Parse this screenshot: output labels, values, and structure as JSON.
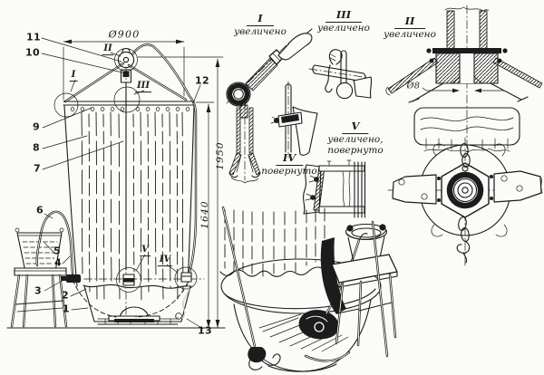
{
  "figure": {
    "kind": "technical-assembly-drawing"
  },
  "colors": {
    "ink": "#1c1c1c",
    "paper": "#fbfbf8"
  },
  "dimensions": {
    "top_diameter": "Ø900",
    "total_height": "1950",
    "curtain_height": "1640",
    "bore": "Ø8"
  },
  "callouts": [
    "1",
    "2",
    "3",
    "4",
    "5",
    "6",
    "7",
    "8",
    "9",
    "10",
    "11",
    "12",
    "13"
  ],
  "markers": {
    "i": "I",
    "ii": "II",
    "iii": "III",
    "iv": "IV",
    "v": "V"
  },
  "detail_labels": {
    "i": {
      "num": "I",
      "cap1": "увеличено"
    },
    "iii": {
      "num": "III",
      "cap1": "увеличено"
    },
    "ii": {
      "num": "II",
      "cap1": "увеличено"
    },
    "iv": {
      "num": "IV",
      "cap1": "повернуто"
    },
    "v": {
      "num": "V",
      "cap1": "увеличено,",
      "cap2": "повернуто"
    }
  }
}
